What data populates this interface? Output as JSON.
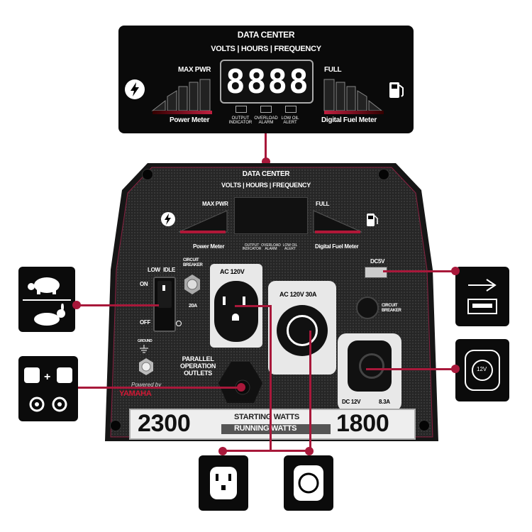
{
  "data_center": {
    "title": "DATA CENTER",
    "subtitle": "VOLTS  |  HOURS  |  FREQUENCY",
    "digits": "8888",
    "max_pwr": "MAX PWR",
    "full": "FULL",
    "power_meter": "Power Meter",
    "fuel_meter": "Digital Fuel Meter",
    "output_indicator": "OUTPUT\nINDICATOR",
    "overload_alarm": "OVERLOAD\nALARM",
    "low_oil_alert": "LOW OIL\nALERT"
  },
  "panel": {
    "eco_low": "LOW",
    "eco_idle": "IDLE",
    "eco_on": "ON",
    "eco_off": "OFF",
    "breaker_label": "CIRCUIT\nBREAKER",
    "breaker_rating": "20A",
    "ground_label": "GROUND",
    "ac120_label": "AC 120V",
    "ac120_30a_label": "AC 120V 30A",
    "dc5v_label": "DC5V",
    "dc_breaker_label": "CIRCUIT\nBREAKER",
    "dc12_label": "DC 12V",
    "dc12_rating": "8.3A",
    "parallel_label": "PARALLEL\nOPERATION\nOUTLETS",
    "powered_by": "Powered by",
    "brand": "YAMAHA",
    "starting_watts_value": "2300",
    "starting_watts_label": "STARTING WATTS",
    "running_watts_label": "RUNNING WATTS",
    "running_watts_value": "1800"
  },
  "callouts": {
    "usb_icon": "usb-icon",
    "dc12v_icon_text": "12V"
  },
  "colors": {
    "accent": "#a8183a",
    "panel": "#2a2a2a",
    "background": "#ffffff"
  }
}
